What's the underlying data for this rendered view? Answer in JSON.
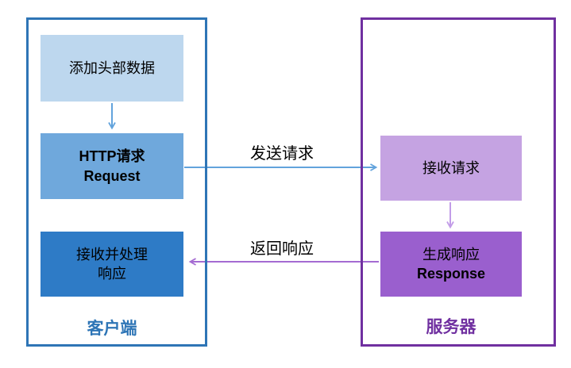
{
  "client": {
    "label": "客户端",
    "box_add_header": "添加头部数据",
    "box_http_line1": "HTTP请求",
    "box_http_line2": "Request",
    "box_receive_line1": "接收并处理",
    "box_receive_line2": "响应"
  },
  "server": {
    "label": "服务器",
    "box_receive_request": "接收请求",
    "box_response_line1": "生成响应",
    "box_response_line2": "Response"
  },
  "arrows": {
    "send_request_label": "发送请求",
    "return_response_label": "返回响应"
  },
  "colors": {
    "client_border": "#2E75B6",
    "client_box_light": "#BDD7EE",
    "client_box_medium": "#6FA8DC",
    "client_box_dark": "#2E7BC6",
    "client_label_text": "#2E75B6",
    "server_border": "#7030A0",
    "server_box_light": "#C5A3E2",
    "server_box_medium": "#9A5FCE",
    "server_label_text": "#7030A0",
    "arrow_blue": "#62A3DC",
    "arrow_purple": "#A46BD2",
    "arrow_purple_light": "#C29CE8",
    "box_text": "#000000"
  }
}
